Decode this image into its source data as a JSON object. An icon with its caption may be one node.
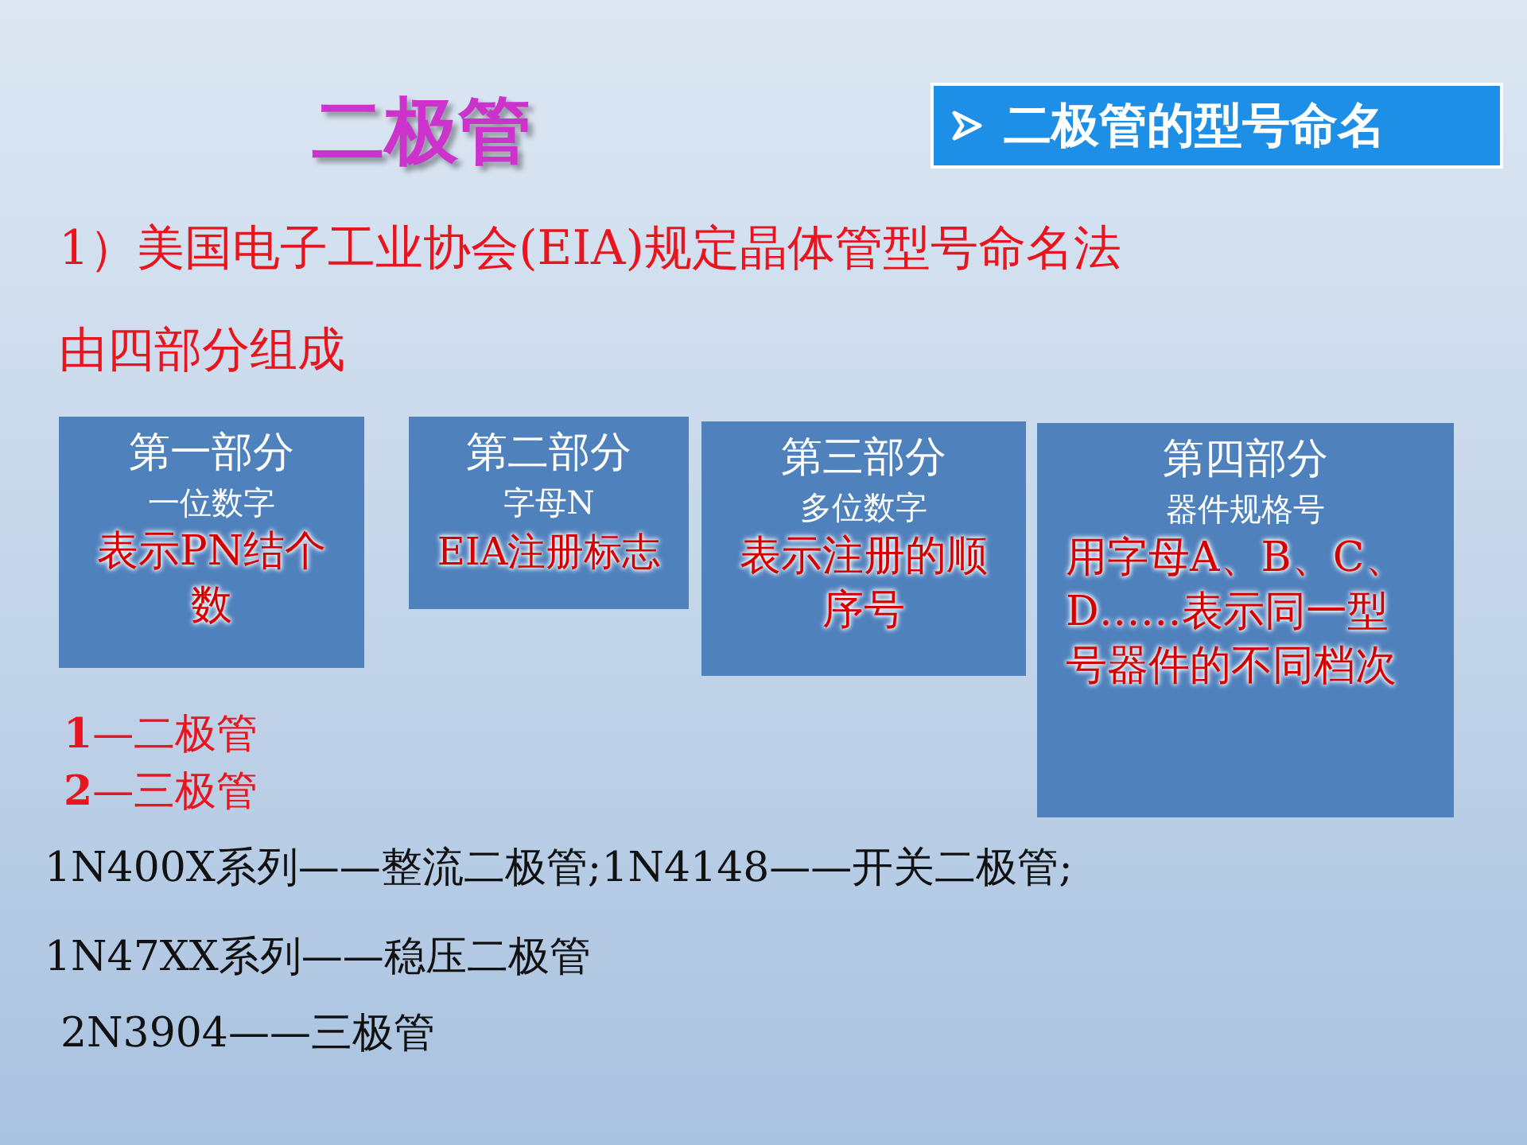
{
  "diagram": {
    "title": "二极管",
    "nodes": [
      {
        "text": [
          "二极管的型号命名"
        ]
      },
      {
        "text": [
          "第一部分",
          "一位数字",
          "表示PN结个数"
        ]
      },
      {
        "text": [
          "第二部分",
          "字母N",
          "EIA注册标志"
        ]
      },
      {
        "text": [
          "第三部分",
          "多位数字",
          "表示注册的顺序号"
        ]
      },
      {
        "text": [
          "第四部分",
          "器件规格号",
          "用字母A、B、C、D……表示同一型号器件的不同档次"
        ]
      }
    ],
    "labels": [
      "1）美国电子工业协会(EIA)规定晶体管型号命名法",
      "由四部分组成",
      "**1**—二极管",
      "**2**—三极管",
      "1N400X系列——整流二极管;1N4148——开关二极管;",
      "1N47XX系列——稳压二极管",
      "2N3904——三极管"
    ]
  }
}
